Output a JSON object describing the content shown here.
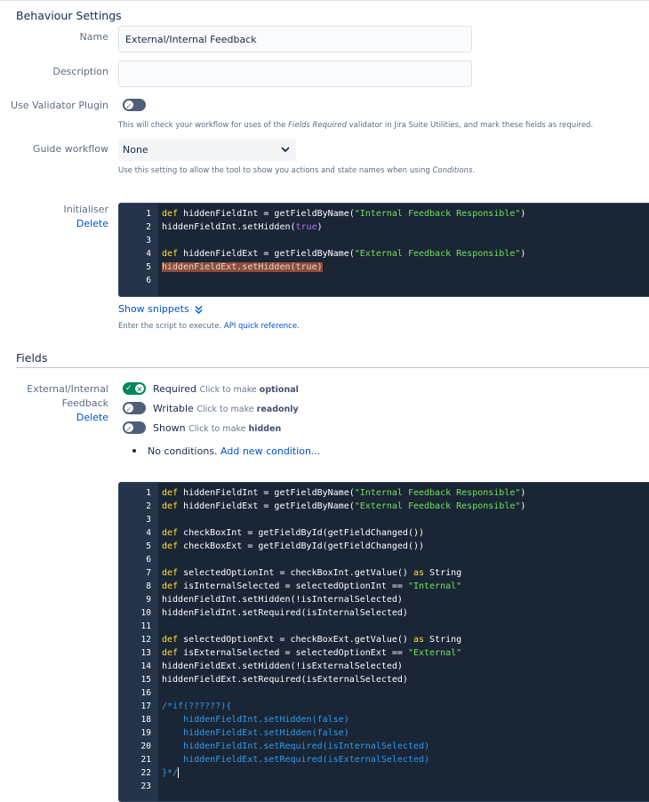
{
  "header": {
    "title": "Behaviour Settings"
  },
  "name": {
    "label": "Name",
    "value": "External/Internal Feedback"
  },
  "description": {
    "label": "Description",
    "value": ""
  },
  "validator": {
    "label": "Use Validator Plugin",
    "help_pre": "This will check your workflow for uses of the ",
    "help_em": "Fields Required",
    "help_post": " validator in Jira Suite Utilities, and mark these fields as required."
  },
  "guide": {
    "label": "Guide workflow",
    "value": "None",
    "help_pre": "Use this setting to allow the tool to show you actions and state names when using ",
    "help_em": "Conditions",
    "help_post": "."
  },
  "initialiser": {
    "label": "Initialiser",
    "delete_label": "Delete",
    "show_snippets": "Show snippets",
    "help_pre": "Enter the script to execute. ",
    "help_link": "API quick reference",
    "help_post": "."
  },
  "fields_section": {
    "title": "Fields"
  },
  "field": {
    "label_line1": "External/Internal",
    "label_line2": "Feedback",
    "delete_label": "Delete",
    "required": {
      "label": "Required",
      "hint_pre": "Click to make ",
      "hint_bold": "optional"
    },
    "writable": {
      "label": "Writable",
      "hint_pre": "Click to make ",
      "hint_bold": "readonly"
    },
    "shown": {
      "label": "Shown",
      "hint_pre": "Click to make ",
      "hint_bold": "hidden"
    },
    "conditions_text": "No conditions.",
    "add_condition": "Add new condition..."
  },
  "editor1_lines": [
    [
      {
        "t": "def",
        "c": "kw"
      },
      {
        "t": " hiddenFieldInt = getFieldByName("
      },
      {
        "t": "\"Internal Feedback Responsible\"",
        "c": "str"
      },
      {
        "t": ")"
      }
    ],
    [
      {
        "t": "hiddenFieldInt.setHidden("
      },
      {
        "t": "true",
        "c": "bool"
      },
      {
        "t": ")"
      }
    ],
    [],
    [
      {
        "t": "def",
        "c": "kw"
      },
      {
        "t": " hiddenFieldExt = getFieldByName("
      },
      {
        "t": "\"External Feedback Responsible\"",
        "c": "str"
      },
      {
        "t": ")"
      }
    ],
    [
      {
        "t": "hiddenFieldExt.setHidden(",
        "s": 1
      },
      {
        "t": "true",
        "c": "bool",
        "s": 1
      },
      {
        "t": ")",
        "s": 1
      }
    ],
    []
  ],
  "editor2_lines": [
    [
      {
        "t": "def",
        "c": "kw"
      },
      {
        "t": " hiddenFieldInt = getFieldByName("
      },
      {
        "t": "\"Internal Feedback Responsible\"",
        "c": "str"
      },
      {
        "t": ")"
      }
    ],
    [
      {
        "t": "def",
        "c": "kw"
      },
      {
        "t": " hiddenFieldExt = getFieldByName("
      },
      {
        "t": "\"External Feedback Responsible\"",
        "c": "str"
      },
      {
        "t": ")"
      }
    ],
    [],
    [
      {
        "t": "def",
        "c": "kw"
      },
      {
        "t": " checkBoxInt = getFieldById(getFieldChanged())"
      }
    ],
    [
      {
        "t": "def",
        "c": "kw"
      },
      {
        "t": " checkBoxExt = getFieldById(getFieldChanged())"
      }
    ],
    [],
    [
      {
        "t": "def",
        "c": "kw"
      },
      {
        "t": " selectedOptionInt = checkBoxInt.getValue() "
      },
      {
        "t": "as",
        "c": "kw"
      },
      {
        "t": " String"
      }
    ],
    [
      {
        "t": "def",
        "c": "kw"
      },
      {
        "t": " isInternalSelected = selectedOptionInt == "
      },
      {
        "t": "\"Internal\"",
        "c": "str"
      }
    ],
    [
      {
        "t": "hiddenFieldInt.setHidden(!isInternalSelected)"
      }
    ],
    [
      {
        "t": "hiddenFieldInt.setRequired(isInternalSelected)"
      }
    ],
    [],
    [
      {
        "t": "def",
        "c": "kw"
      },
      {
        "t": " selectedOptionExt = checkBoxExt.getValue() "
      },
      {
        "t": "as",
        "c": "kw"
      },
      {
        "t": " String"
      }
    ],
    [
      {
        "t": "def",
        "c": "kw"
      },
      {
        "t": " isExternalSelected = selectedOptionExt == "
      },
      {
        "t": "\"External\"",
        "c": "str"
      }
    ],
    [
      {
        "t": "hiddenFieldExt.setHidden(!isExternalSelected)"
      }
    ],
    [
      {
        "t": "hiddenFieldExt.setRequired(isExternalSelected)"
      }
    ],
    [],
    [
      {
        "t": "/*if(??????){",
        "c": "cmt"
      }
    ],
    [
      {
        "t": "    hiddenFieldInt.setHidden(false)",
        "c": "cmt"
      }
    ],
    [
      {
        "t": "    hiddenFieldExt.setHidden(false)",
        "c": "cmt"
      }
    ],
    [
      {
        "t": "    hiddenFieldInt.setRequired(isInternalSelected)",
        "c": "cmt"
      }
    ],
    [
      {
        "t": "    hiddenFieldExt.setRequired(isExternalSelected)",
        "c": "cmt"
      }
    ],
    [
      {
        "t": "}*/",
        "c": "cmt"
      },
      {
        "cursor": 1
      }
    ],
    []
  ]
}
